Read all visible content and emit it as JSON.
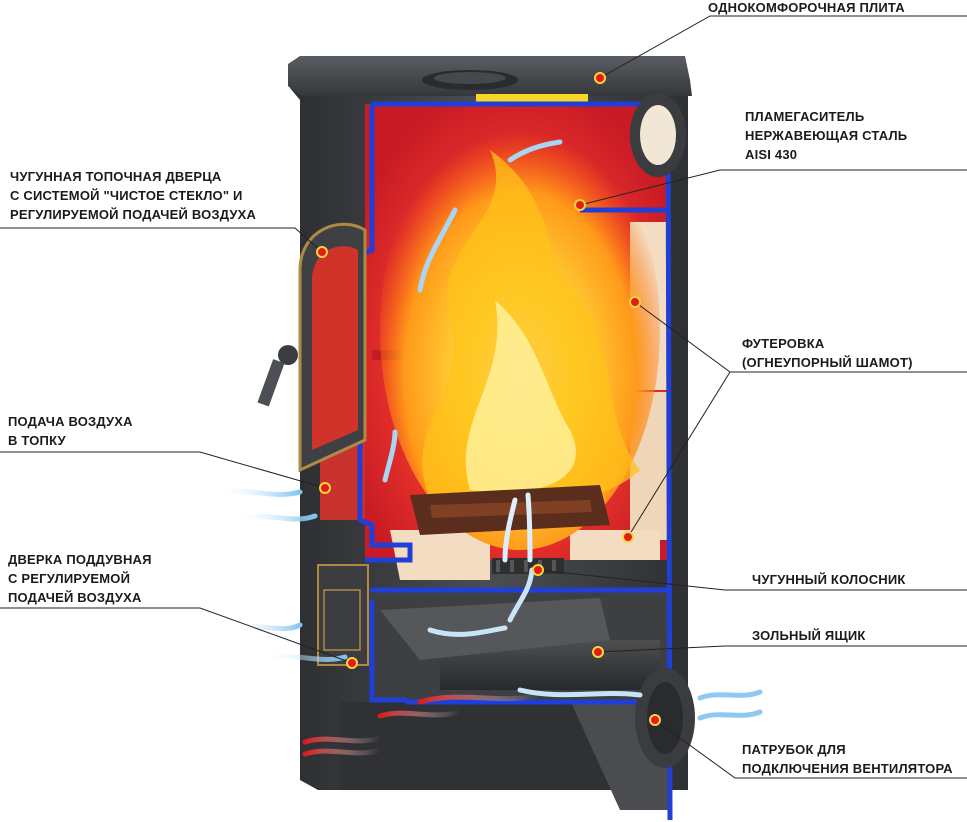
{
  "labels": {
    "stove_top": [
      "ОДНОКОМФОРОЧНАЯ ПЛИТА"
    ],
    "flame_damper": [
      "ПЛАМЕГАСИТЕЛЬ",
      "НЕРЖАВЕЮЩАЯ СТАЛЬ",
      "AISI 430"
    ],
    "fire_door": [
      "ЧУГУННАЯ ТОПОЧНАЯ ДВЕРЦА",
      "С СИСТЕМОЙ \"ЧИСТОЕ СТЕКЛО\" И",
      "РЕГУЛИРУЕМОЙ ПОДАЧЕЙ ВОЗДУХА"
    ],
    "lining": [
      "ФУТЕРОВКА",
      "(ОГНЕУПОРНЫЙ ШАМОТ)"
    ],
    "air_supply": [
      "ПОДАЧА ВОЗДУХА",
      "В ТОПКУ"
    ],
    "ash_door": [
      "ДВЕРКА ПОДДУВНАЯ",
      "С РЕГУЛИРУЕМОЙ",
      "ПОДАЧЕЙ ВОЗДУХА"
    ],
    "grate": [
      "ЧУГУННЫЙ КОЛОСНИК"
    ],
    "ash_box": [
      "ЗОЛЬНЫЙ ЯЩИК"
    ],
    "fan_pipe": [
      "ПАТРУБОК ДЛЯ",
      "ПОДКЛЮЧЕНИЯ ВЕНТИЛЯТОРА"
    ]
  },
  "colors": {
    "body": "#3a3c3f",
    "insulation_blue": "#1f3fd6",
    "fire_red": "#e8202a",
    "fire_yellow": "#ffd21a",
    "chamotte": "#f5dcc0",
    "marker_red": "#e21b1b",
    "air_blue": "#9ad0f5",
    "hot_air": "#e02020"
  }
}
